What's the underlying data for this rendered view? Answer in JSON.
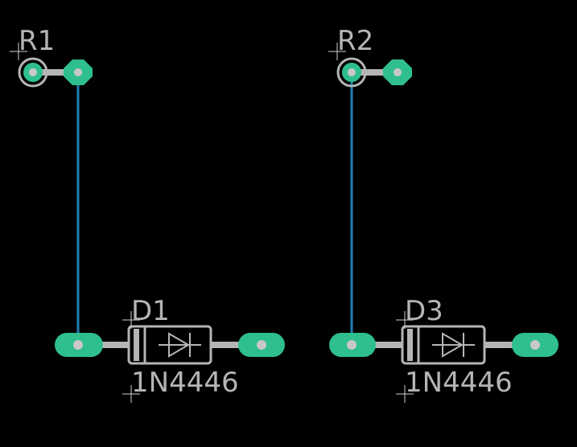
{
  "colors": {
    "background": "#000000",
    "silkscreen": "#b5b5b5",
    "pad_copper": "#2fbf8e",
    "drill": "#c8c8c8",
    "trace": "#1f7fb5",
    "cross": "#cfcfcf"
  },
  "parts": [
    {
      "ref": "R1",
      "type": "resistor"
    },
    {
      "ref": "R2",
      "type": "resistor"
    },
    {
      "ref": "D1",
      "type": "diode",
      "value": "1N4446"
    },
    {
      "ref": "D3",
      "type": "diode",
      "value": "1N4446"
    }
  ],
  "nets": [
    {
      "from": "R1.pin2",
      "to": "D1.anode"
    },
    {
      "from": "R2.pin1",
      "to": "D3.anode"
    }
  ]
}
